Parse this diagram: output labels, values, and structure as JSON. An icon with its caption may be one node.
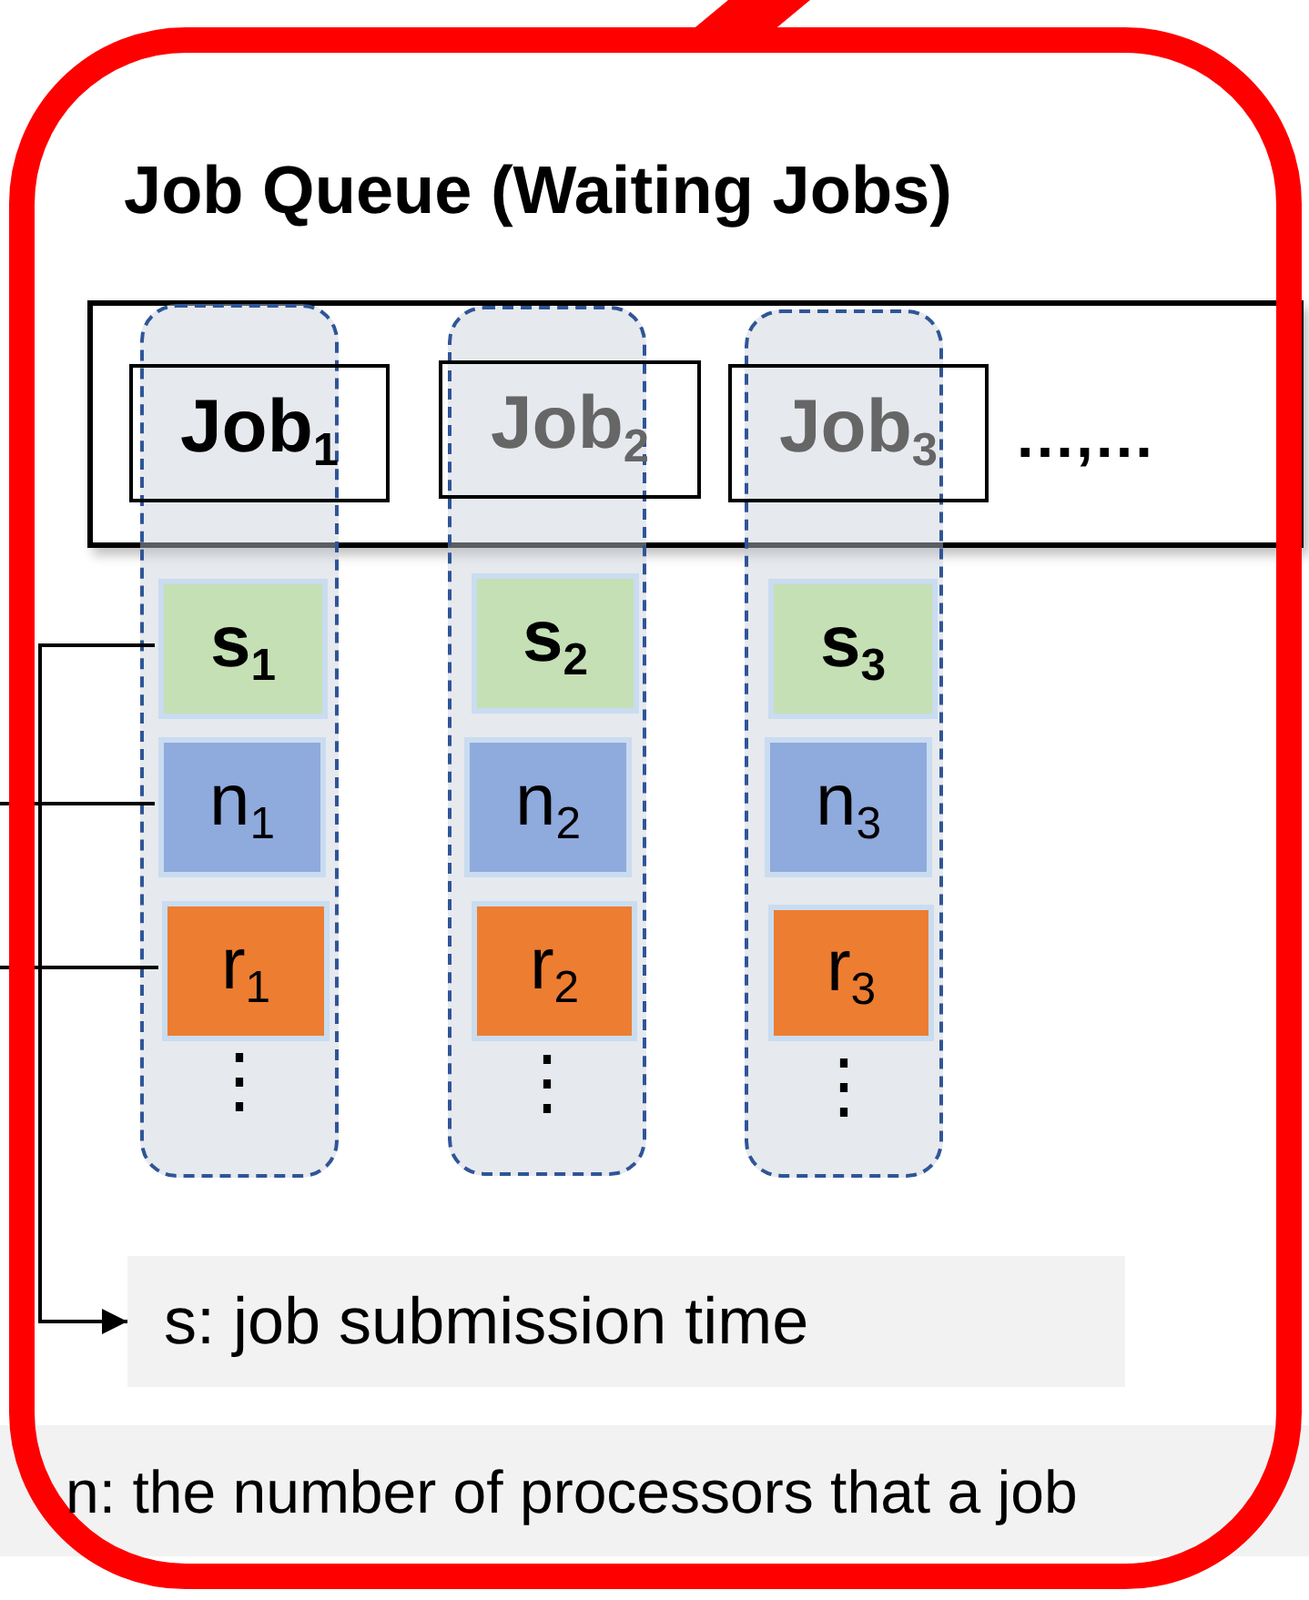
{
  "diagram": {
    "nodes": [
      {
        "text": [
          "Job Queue (Waiting Jobs)",
          "…,…"
        ]
      },
      {
        "text": [
          "Job$_{1}$"
        ],
        "in": 0
      },
      {
        "text": [
          "Job$_{2}$"
        ],
        "in": 0
      },
      {
        "text": [
          "Job$_{3}$"
        ],
        "in": 0
      },
      {
        "text": [
          "⋮"
        ]
      },
      {
        "text": [
          "s$_{1}$"
        ],
        "in": 4
      },
      {
        "text": [
          "n$_{1}$"
        ],
        "in": 4
      },
      {
        "text": [
          "r$_{1}$"
        ],
        "in": 4
      },
      {
        "text": [
          "⋮"
        ]
      },
      {
        "text": [
          "s$_{2}$"
        ],
        "in": 8
      },
      {
        "text": [
          "n$_{2}$"
        ],
        "in": 8
      },
      {
        "text": [
          "r$_{2}$"
        ],
        "in": 8
      },
      {
        "text": [
          "⋮"
        ]
      },
      {
        "text": [
          "s$_{3}$"
        ],
        "in": 12
      },
      {
        "text": [
          "n$_{3}$"
        ],
        "in": 12
      },
      {
        "text": [
          "r$_{3}$"
        ],
        "in": 12
      },
      {
        "text": [
          "s: job submission time"
        ]
      },
      {
        "text": [
          "n: the number of processors that a job"
        ]
      }
    ],
    "edges": [
      {
        "from": 5,
        "to": 16,
        "arrow": "to"
      },
      {
        "from": 6,
        "to": null,
        "arrow": "none"
      },
      {
        "from": 7,
        "to": null,
        "arrow": "none"
      }
    ]
  }
}
